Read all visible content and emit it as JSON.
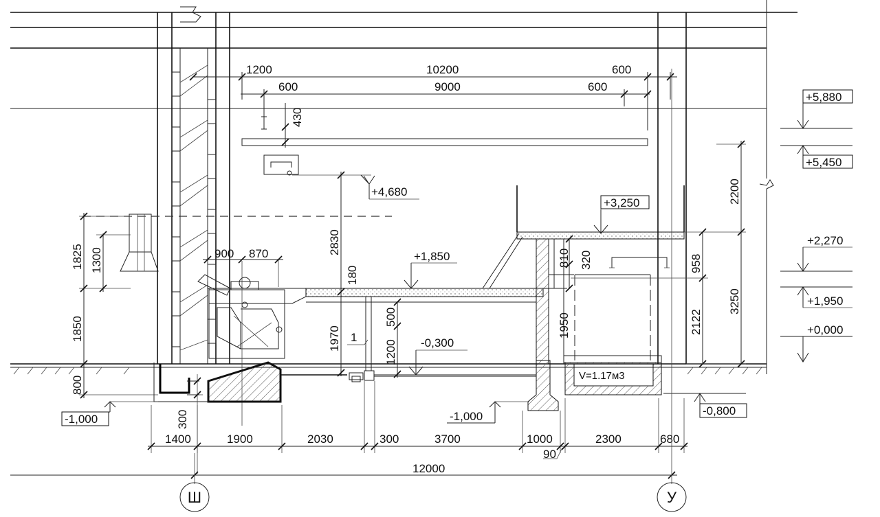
{
  "dims_top": {
    "d1200": "1200",
    "d10200": "10200",
    "d600a": "600",
    "d600b": "600",
    "d9000": "9000",
    "d600c": "600",
    "d430": "430"
  },
  "dims_left": {
    "d1825": "1825",
    "d1300": "1300",
    "d1850": "1850",
    "d800": "800",
    "d300": "300",
    "d900": "900",
    "d870": "870"
  },
  "dims_center": {
    "d2830": "2830",
    "d180": "180",
    "d1970": "1970",
    "d500": "500",
    "d1200": "1200",
    "d810": "810",
    "d320": "320",
    "d1950": "1950",
    "d958": "958",
    "d2122": "2122",
    "d2200": "2200",
    "d3250": "3250"
  },
  "dims_bottom": {
    "d1400": "1400",
    "d1900": "1900",
    "d2030": "2030",
    "d300": "300",
    "d3700": "3700",
    "d1000": "1000",
    "d2300": "2300",
    "d680": "680",
    "d90": "90",
    "d12000": "12000"
  },
  "levels": {
    "l5880": "+5,880",
    "l5450": "+5,450",
    "l4680": "+4,680",
    "l3250": "+3,250",
    "l2270": "+2,270",
    "l1950": "+1,950",
    "l1850": "+1,850",
    "l0000": "+0,000",
    "lm0300": "-0,300",
    "lm0800": "-0,800",
    "lm1000a": "-1,000",
    "lm1000b": "-1,000"
  },
  "labels": {
    "tank_volume": "V=1.17м3",
    "callout_1": "1"
  },
  "axes": {
    "left": "Ш",
    "right": "У"
  }
}
